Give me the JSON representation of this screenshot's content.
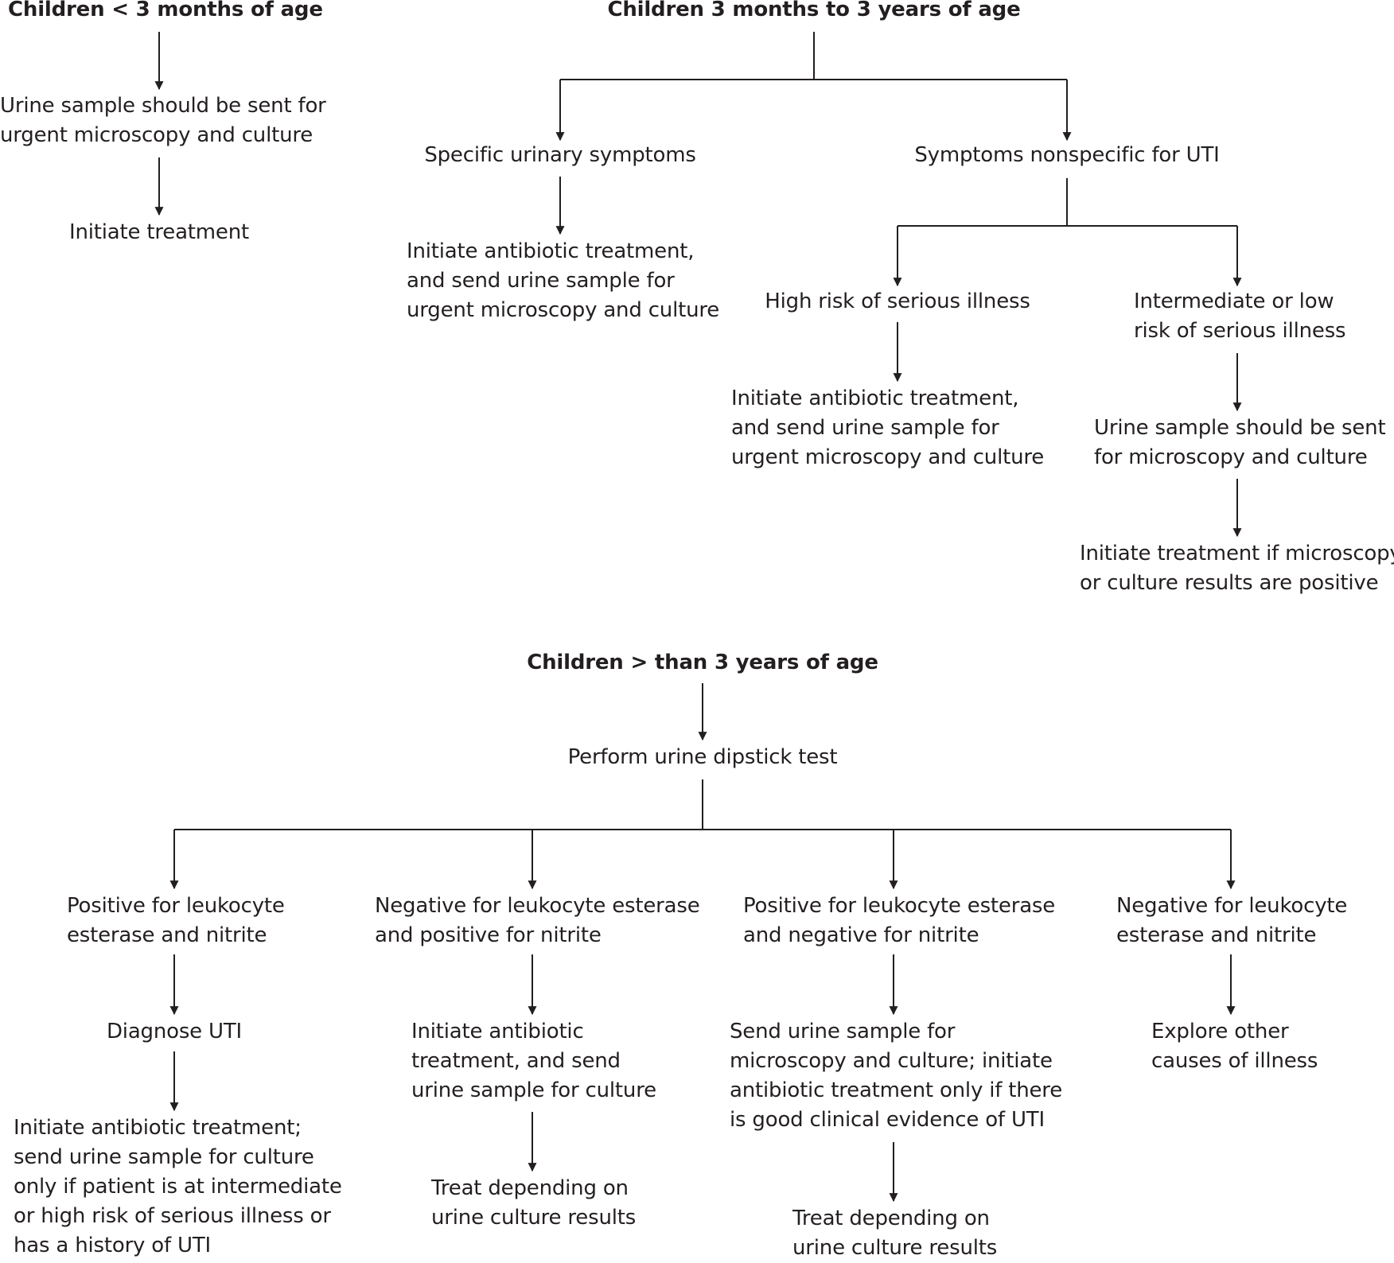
{
  "headers": {
    "under3m": "Children < 3 months of age",
    "m3to3y": "Children 3 months to 3 years of age",
    "over3y": "Children > than 3 years of age"
  },
  "nodes": {
    "u3_urine": [
      "Urine sample should be sent for",
      "urgent microscopy and culture"
    ],
    "u3_treat": [
      "Initiate treatment"
    ],
    "m_specific": [
      "Specific urinary symptoms"
    ],
    "m_nonspecific": [
      "Symptoms nonspecific for UTI"
    ],
    "m_spec_action": [
      "Initiate antibiotic treatment,",
      "and send urine sample for",
      "urgent microscopy and culture"
    ],
    "m_high": [
      "High risk of serious illness"
    ],
    "m_interlow": [
      "Intermediate or low",
      "risk of serious illness"
    ],
    "m_high_action": [
      "Initiate antibiotic treatment,",
      "and send urine sample for",
      "urgent microscopy and culture"
    ],
    "m_il_urine": [
      "Urine sample should be sent",
      "for microscopy and culture"
    ],
    "m_il_treat": [
      "Initiate treatment if microscopy",
      "or culture results are positive"
    ],
    "o_dipstick": [
      "Perform urine dipstick test"
    ],
    "o_pos_both": [
      "Positive for leukocyte",
      "esterase and nitrite"
    ],
    "o_neg_le_pos_n": [
      "Negative for leukocyte esterase",
      "and positive for nitrite"
    ],
    "o_pos_le_neg_n": [
      "Positive for leukocyte esterase",
      "and negative for nitrite"
    ],
    "o_neg_both": [
      "Negative for leukocyte",
      "esterase and nitrite"
    ],
    "o_diagnose": [
      "Diagnose UTI"
    ],
    "o_pb_action": [
      "Initiate antibiotic treatment;",
      "send urine sample for culture",
      "only if patient is at intermediate",
      "or high risk of serious illness or",
      "has a history of UTI"
    ],
    "o_nl_action": [
      "Initiate antibiotic",
      "treatment, and send",
      "urine sample for culture"
    ],
    "o_nl_treat": [
      "Treat depending on",
      "urine culture results"
    ],
    "o_pl_action": [
      "Send urine sample for",
      "microscopy and culture; initiate",
      "antibiotic treatment only if there",
      "is good clinical evidence of UTI"
    ],
    "o_pl_treat": [
      "Treat depending on",
      "urine culture results"
    ],
    "o_nb_action": [
      "Explore other",
      "causes of illness"
    ]
  },
  "colors": {
    "ink": "#231f20",
    "background": "#ffffff"
  }
}
